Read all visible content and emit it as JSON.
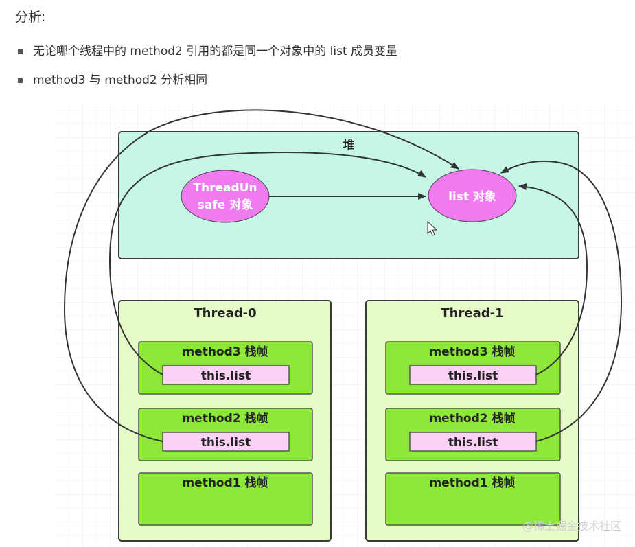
{
  "heading": "分析:",
  "bullets": [
    "无论哪个线程中的 method2 引用的都是同一个对象中的 list 成员变量",
    "method3 与 method2 分析相同"
  ],
  "diagram": {
    "heap_label": "堆",
    "threadunsafe_line1": "ThreadUn",
    "threadunsafe_line2": "safe 对象",
    "list_object": "list 对象",
    "threads": [
      {
        "name": "Thread-0",
        "frames": [
          {
            "label": "method3 栈帧",
            "field": "this.list"
          },
          {
            "label": "method2 栈帧",
            "field": "this.list"
          },
          {
            "label": "method1 栈帧"
          }
        ]
      },
      {
        "name": "Thread-1",
        "frames": [
          {
            "label": "method3 栈帧",
            "field": "this.list"
          },
          {
            "label": "method2 栈帧",
            "field": "this.list"
          },
          {
            "label": "method1 栈帧"
          }
        ]
      }
    ],
    "colors": {
      "heap_fill": "#c6f6e6",
      "thread_fill": "#e6fbc8",
      "frame_fill": "#8de839",
      "field_fill": "#fbd2f5",
      "ellipse_fill": "#f07af0"
    }
  },
  "watermark": "@稀土掘金技术社区"
}
